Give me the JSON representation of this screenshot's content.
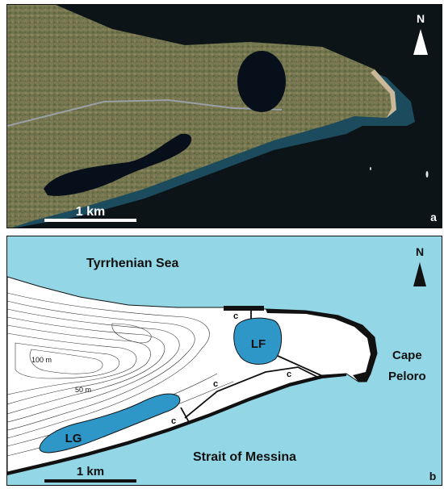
{
  "panel_a": {
    "letter": "a",
    "north": "N",
    "scale_label": "1 km"
  },
  "panel_b": {
    "letter": "b",
    "north": "N",
    "scale_label": "1 km",
    "sea_north": "Tyrrhenian Sea",
    "sea_south": "Strait of Messina",
    "cape_line1": "Cape",
    "cape_line2": "Peloro",
    "lake_east": "LF",
    "lake_west": "LG",
    "contour_100": "100 m",
    "contour_50": "50 m",
    "channel_label": "c"
  },
  "colors": {
    "sea_map": "#93d6e6",
    "lake_map": "#2f96c8",
    "land_map": "#ffffff",
    "sea_photo": "#0c1418",
    "lake_photo": "#07101a"
  }
}
